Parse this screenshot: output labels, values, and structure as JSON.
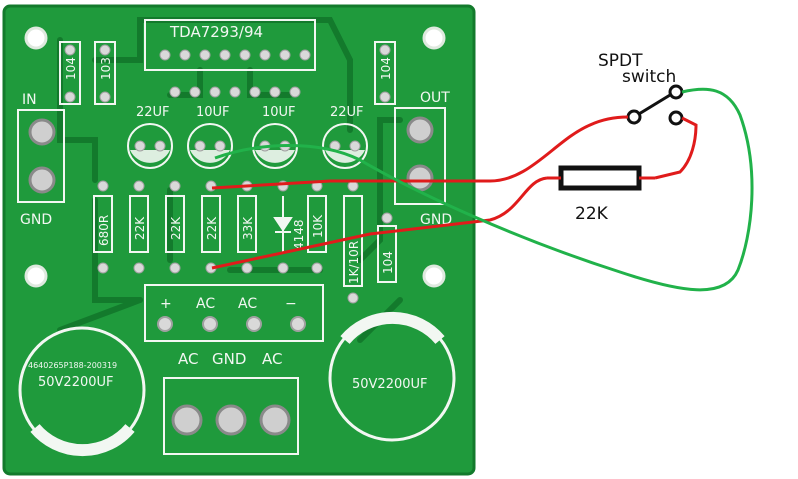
{
  "pcb": {
    "chip_label": "TDA7293/94",
    "in_label": "IN",
    "out_label": "OUT",
    "gnd_left": "GND",
    "gnd_right": "GND",
    "cap_104_left_a": "104",
    "cap_104_left_b": "103",
    "cap_104_right": "104",
    "cap_104_lower": "104",
    "cap_22uf_a": "22UF",
    "cap_10uf_a": "10UF",
    "cap_10uf_b": "10UF",
    "cap_22uf_b": "22UF",
    "res_680r": "680R",
    "res_22k_a": "22K",
    "res_22k_b": "22K",
    "res_22k_c": "22K",
    "res_33k": "33K",
    "diode_4148": "4148",
    "res_10k": "10K",
    "res_10r": "1K/10R",
    "pad_plus": "+",
    "pad_ac_1": "AC",
    "pad_ac_2": "AC",
    "pad_minus": "−",
    "ac_left": "AC",
    "gnd_bottom": "GND",
    "ac_right": "AC",
    "bigcap_left_top": "4640265P188-200319",
    "bigcap_left": "50V2200UF",
    "bigcap_right": "50V2200UF"
  },
  "annotations": {
    "switch_line1": "SPDT",
    "switch_line2": "switch",
    "resistor_value": "22K"
  },
  "colors": {
    "board": "#1f9a3c",
    "board_dark": "#137a2c",
    "silk": "#f2f7f2",
    "wire_red": "#e01b1b",
    "wire_green": "#21b24a",
    "wire_black": "#111111"
  }
}
